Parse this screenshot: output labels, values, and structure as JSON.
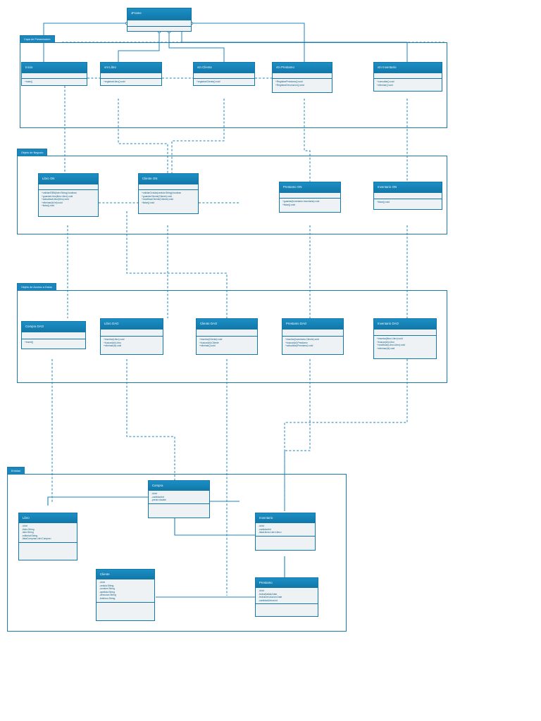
{
  "diagram": {
    "title": "Diagrama de Clases - Sistema de Biblioteca",
    "colors": {
      "header_fill": "#1278a8",
      "header_fill_light": "#1b8fc6",
      "body_fill": "#eef2f4",
      "border": "#1577a6",
      "package_border": "#1a7aa8",
      "package_tab": "#1a86bd",
      "text_blue": "#0d5f84",
      "connector": "#1a86bd"
    }
  },
  "packages": [
    {
      "name": "capa-presentacion",
      "label": "Capa de Presentacion"
    },
    {
      "name": "objeto-negocio",
      "label": "Objeto de Negocio"
    },
    {
      "name": "objeto-acceso-datos",
      "label": "Objeto de Acceso a Datos"
    },
    {
      "name": "entidad",
      "label": "Entidad"
    }
  ],
  "classes": {
    "jframe": {
      "name": "JFrame",
      "attributes": [],
      "operations": []
    },
    "inicio": {
      "name": "Inicio",
      "attributes": [],
      "operations": [
        "+main()"
      ]
    },
    "vnt_libro": {
      "name": "vnt Libro",
      "attributes": [],
      "operations": [
        "+registrarLibro():void"
      ]
    },
    "vtn_cliente": {
      "name": "vtn Cliente",
      "attributes": [],
      "operations": [
        "+registrarCliente():void"
      ]
    },
    "vtn_prestamo": {
      "name": "vtn Prestamo",
      "attributes": [],
      "operations": [
        "+RegistrarPrestamo():void",
        "+RegistrarDevolucion():void"
      ]
    },
    "vtn_inventario": {
      "name": "vtn Inventario",
      "attributes": [],
      "operations": [
        "+consultar():void",
        "+eliminar():void"
      ]
    },
    "libro_on": {
      "name": "Libro ON",
      "attributes": [],
      "operations": [
        "+validarISBN(isbn:String):boolean",
        "+guardarLibro(libro:Libro):void",
        "+actualizarLibro(libro):void",
        "+eliminar(id:int):void",
        "+listar():void"
      ]
    },
    "cliente_on": {
      "name": "Cliente ON",
      "attributes": [],
      "operations": [
        "+validarCedula(cedula:String):boolean",
        "+guardarCliente(Cliente):void",
        "+modificarCliente(Cliente):void",
        "+listar():void"
      ]
    },
    "prestamo_on": {
      "name": "Prestamo ON",
      "attributes": [],
      "operations": [
        "+guardar(Inventario:Inventario):void",
        "+listar():void"
      ]
    },
    "inventario_on": {
      "name": "Inventario ON",
      "attributes": [],
      "operations": [
        "+listar():void"
      ]
    },
    "compra_dao": {
      "name": "Compra DAO",
      "attributes": [],
      "operations": [
        "+insert()"
      ]
    },
    "libro_dao": {
      "name": "Libro DAO",
      "attributes": [],
      "operations": [
        "+insertar(Libro):void",
        "+buscar(id):Libro",
        "+eliminar(id):void"
      ]
    },
    "cliente_dao": {
      "name": "Cliente DAO",
      "attributes": [],
      "operations": [
        "+insertar(Cliente):void",
        "+buscar(id):Cliente",
        "+eliminar():void"
      ]
    },
    "prestamo_dao": {
      "name": "Prestamo DAO",
      "attributes": [],
      "operations": [
        "+insertar(Inventario,Cliente):void",
        "+buscar(id):Prestamo",
        "+actualizar(Prestamo):void"
      ]
    },
    "inventario_dao": {
      "name": "Inventario DAO",
      "attributes": [],
      "operations": [
        "+insertar(libro:Libro):void",
        "+buscar(id):Libro",
        "+modificar(Libro:Libro):void",
        "+eliminar(id):void"
      ]
    },
    "compra": {
      "name": "Compra",
      "attributes": [
        "-id:int",
        "-cantidad:int",
        "-precio:double"
      ],
      "operations": []
    },
    "libro": {
      "name": "Libro",
      "attributes": [
        "-id:int",
        "-titulo:String",
        "-isbn:String",
        "-editorial:String",
        "-listaCompras:List<Compra>"
      ],
      "operations": []
    },
    "inventario": {
      "name": "Inventario",
      "attributes": [
        "-id:int",
        "-cantidad:int",
        "-listaLibros:List<Libro>"
      ],
      "operations": []
    },
    "cliente": {
      "name": "Cliente",
      "attributes": [
        "-id:int",
        "-cedula:String",
        "-nombre:String",
        "-apellido:String",
        "-direccion:String",
        "-telefono:String"
      ],
      "operations": []
    },
    "prestamo": {
      "name": "Prestamo",
      "attributes": [
        "-id:int",
        "-fechaSalida:Date",
        "-fechaDevolucion:Date",
        "-cantidadLibros:int"
      ],
      "operations": []
    }
  }
}
